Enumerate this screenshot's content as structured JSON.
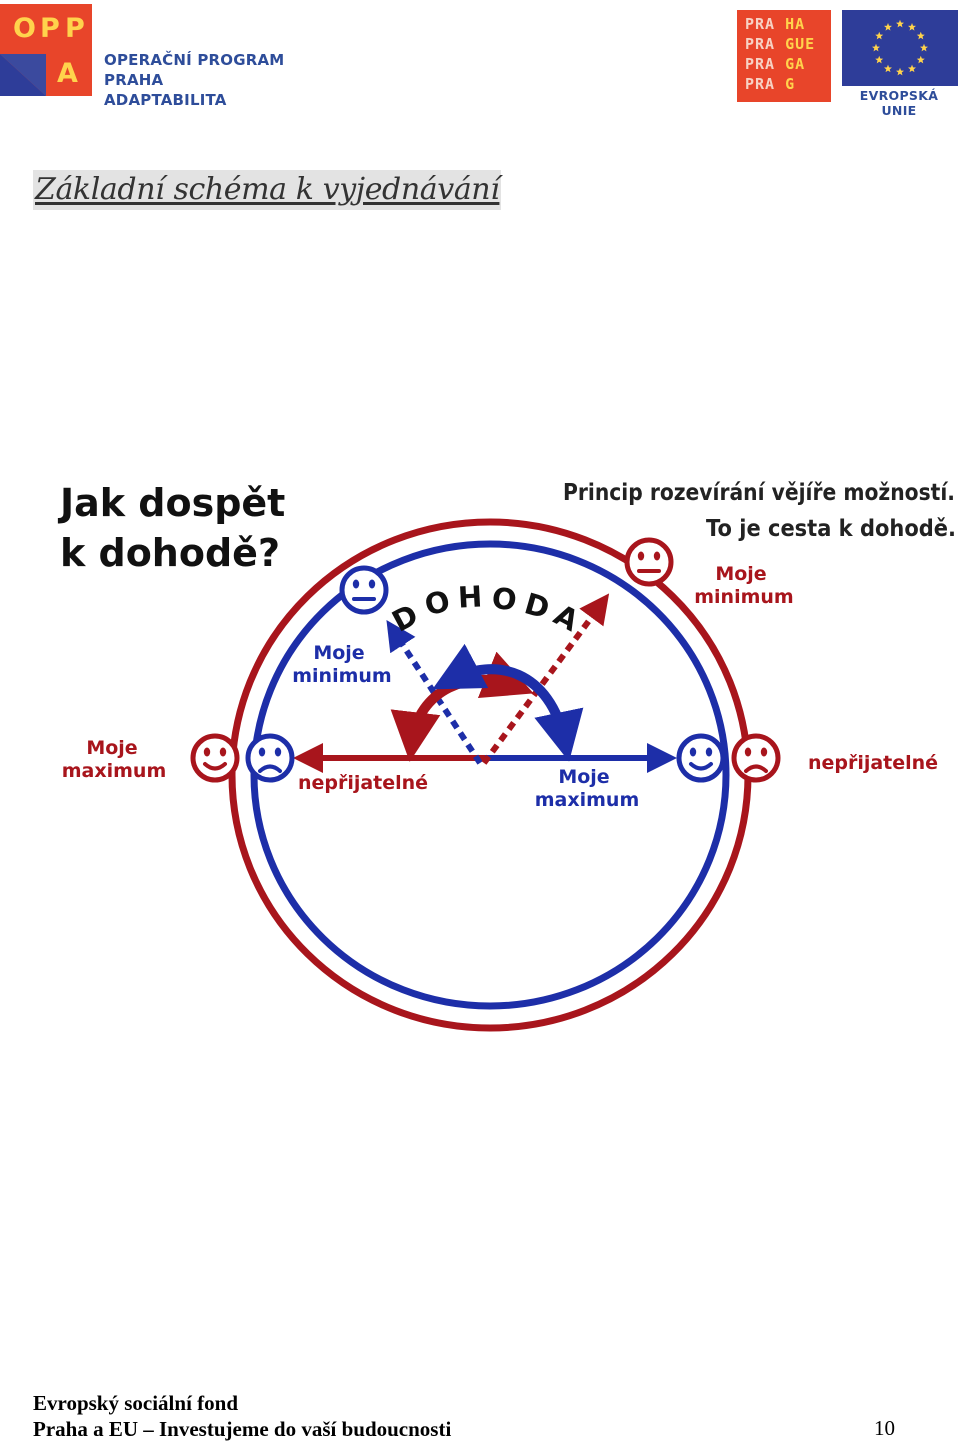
{
  "header": {
    "opp_logo": {
      "letters": [
        "O",
        "P",
        "P",
        "A"
      ],
      "line1": "OPERAČNÍ PROGRAM PRAHA",
      "line2": "ADAPTABILITA"
    },
    "praha_logo": {
      "rows": [
        [
          "PRA",
          "HA"
        ],
        [
          "PRA",
          "GUE"
        ],
        [
          "PRA",
          "GA"
        ],
        [
          "PRA",
          "G"
        ]
      ]
    },
    "eu_logo": {
      "label": "EVROPSKÁ UNIE"
    }
  },
  "heading": "Základní schéma k vyjednávání",
  "diagram": {
    "title_line1": "Jak dospět",
    "title_line2": "k dohodě?",
    "principle_line1": "Princip rozevírání vějíře možností.",
    "principle_line2": "To je cesta k  dohodě.",
    "dohoda_letters": [
      "D",
      "O",
      "H",
      "O",
      "D",
      "A"
    ],
    "labels": {
      "blue_min_1": "Moje",
      "blue_min_2": "minimum",
      "red_min_1": "Moje",
      "red_min_2": "minimum",
      "red_max_1": "Moje",
      "red_max_2": "maximum",
      "blue_max_1": "Moje",
      "blue_max_2": "maximum",
      "unacceptable_left": "nepřijatelné",
      "unacceptable_right": "nepřijatelné"
    },
    "colors": {
      "blue": "#1d2ea8",
      "red": "#a8151c"
    }
  },
  "footer": {
    "line1": "Evropský sociální fond",
    "line2": "Praha a EU – Investujeme do vaší budoucnosti",
    "page_number": "10"
  }
}
